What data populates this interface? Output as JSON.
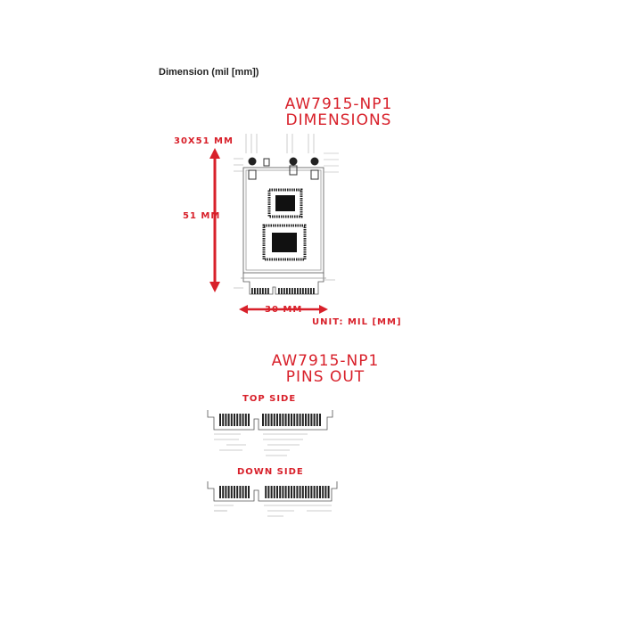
{
  "heading": "Dimension (mil [mm])",
  "dimensions": {
    "title_line1": "AW7915-NP1",
    "title_line2": "DIMENSIONS",
    "size_label": "30X51 MM",
    "height_label": "51 MM",
    "width_label": "30 MM",
    "unit_label": "UNIT: MIL [MM]"
  },
  "pins": {
    "title_line1": "AW7915-NP1",
    "title_line2": "PINS OUT",
    "top_side_label": "TOP SIDE",
    "down_side_label": "DOWN SIDE"
  },
  "colors": {
    "accent": "#d8202a",
    "line": "#555555",
    "pad": "#222222"
  }
}
